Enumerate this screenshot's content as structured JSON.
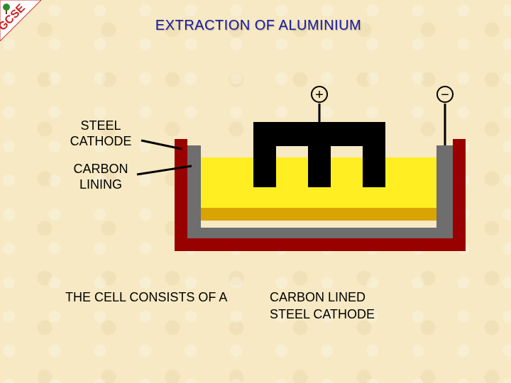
{
  "title": "EXTRACTION OF ALUMINIUM",
  "logo": {
    "text": "GCSE",
    "icon": "tree-icon"
  },
  "terminals": {
    "positive": "+",
    "negative": "−"
  },
  "labels": {
    "steel_cathode": [
      "STEEL",
      "CATHODE"
    ],
    "carbon_lining": [
      "CARBON",
      "LINING"
    ]
  },
  "captions": {
    "left": "THE CELL CONSISTS OF A",
    "right": [
      "CARBON LINED",
      "STEEL CATHODE"
    ]
  },
  "colors": {
    "steel": "#990000",
    "carbon_lining": "#6e6e6e",
    "electrolyte": "#ffee22",
    "molten_aluminium": "#d9a400",
    "anode": "#000000",
    "title": "#1a1aa0"
  }
}
